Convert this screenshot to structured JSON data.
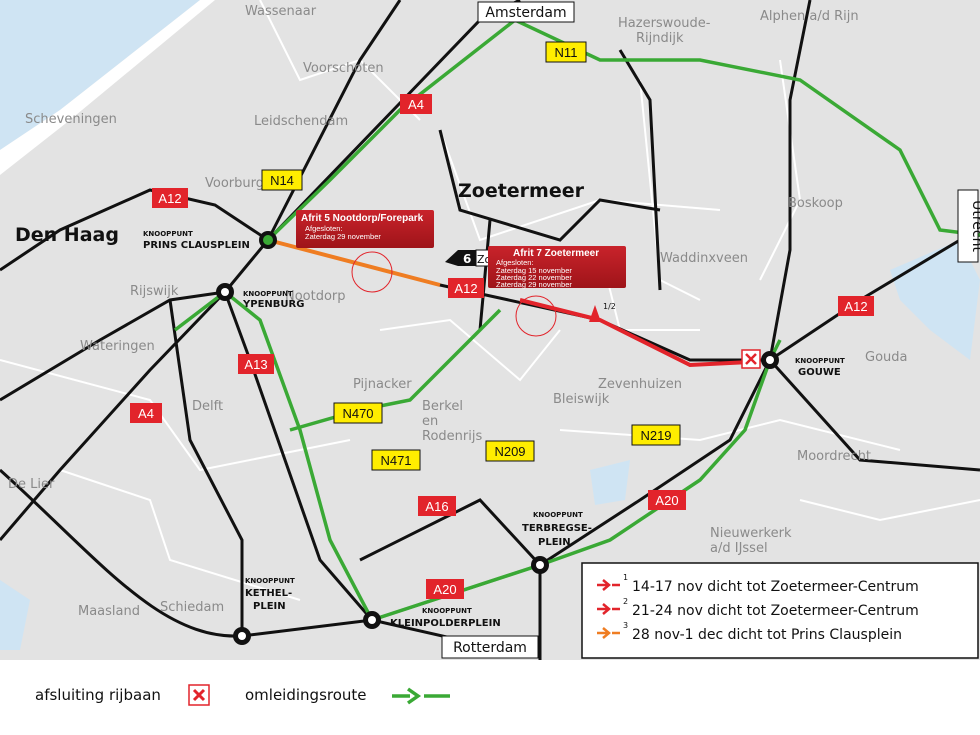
{
  "colors": {
    "land": "#e3e3e3",
    "water": "#cfe4f3",
    "road": "#111111",
    "detour": "#3aa935",
    "closure_red": "#e2242b",
    "closure_orange": "#ef7d22",
    "shield_a": "#e2242b",
    "shield_n": "#ffed00"
  },
  "cities": {
    "den_haag": "Den Haag",
    "zoetermeer": "Zoetermeer"
  },
  "places": {
    "wassenaar": "Wassenaar",
    "voorschoten": "Voorschoten",
    "scheveningen": "Scheveningen",
    "leidschendam": "Leidschendam",
    "voorburg": "Voorburg",
    "rijswijk": "Rijswijk",
    "wateringen": "Wateringen",
    "nootdorp": "Nootdorp",
    "delft": "Delft",
    "de_lier": "De Lier",
    "maasland": "Maasland",
    "schiedam": "Schiedam",
    "pijnacker": "Pijnacker",
    "berkel1": "Berkel",
    "berkel2": "en",
    "berkel3": "Rodenrijs",
    "bleiswijk": "Bleiswijk",
    "zevenhuizen": "Zevenhuizen",
    "waddinxveen": "Waddinxveen",
    "hazerswoude1": "Hazerswoude-",
    "hazerswoude2": "Rijndijk",
    "alphen": "Alphen a/d Rijn",
    "boskoop": "Boskoop",
    "gouda": "Gouda",
    "moordrecht": "Moordrecht",
    "nieuwerkerk1": "Nieuwerkerk",
    "nieuwerkerk2": "a/d IJssel"
  },
  "destinations": {
    "amsterdam": "Amsterdam",
    "utrecht": "Utrecht",
    "rotterdam": "Rotterdam"
  },
  "interchanges": {
    "prins_clausplein": {
      "small": "KNOOPPUNT",
      "big": "PRINS CLAUSPLEIN"
    },
    "ypenburg": {
      "small": "KNOOPPUNT",
      "big": "YPENBURG"
    },
    "gouwe": {
      "small": "KNOOPPUNT",
      "big": "GOUWE"
    },
    "terbregseplein": {
      "small": "KNOOPPUNT",
      "big1": "TERBREGSE-",
      "big2": "PLEIN"
    },
    "kethelplein": {
      "small": "KNOOPPUNT",
      "big1": "KETHEL-",
      "big2": "PLEIN"
    },
    "kleinpolderplein": {
      "small": "KNOOPPUNT",
      "big": "KLEINPOLDERPLEIN"
    }
  },
  "shields": {
    "a4_top": "A4",
    "a12_left": "A12",
    "a12_mid": "A12",
    "a12_right": "A12",
    "a13": "A13",
    "a4_left": "A4",
    "a16": "A16",
    "a20_bottom": "A20",
    "a20_right": "A20",
    "n11": "N11",
    "n14": "N14",
    "n470": "N470",
    "n471": "N471",
    "n209": "N209",
    "n219": "N219"
  },
  "exit_marker": {
    "number": "6",
    "label": "Zo"
  },
  "closure_fraction": "1/2",
  "callouts": [
    {
      "title": "Afrit 5 Nootdorp/Forepark",
      "lines": [
        "Afgesloten:",
        "Zaterdag 29 november"
      ]
    },
    {
      "title": "Afrit 7 Zoetermeer",
      "lines": [
        "Afgesloten:",
        "Zaterdag 15 november",
        "Zaterdag 22 november",
        "Zaterdag 29 november"
      ]
    }
  ],
  "legend": [
    {
      "sup": "1",
      "text": "14-17 nov dicht tot Zoetermeer-Centrum",
      "color": "#e2242b"
    },
    {
      "sup": "2",
      "text": "21-24 nov dicht tot Zoetermeer-Centrum",
      "color": "#e2242b"
    },
    {
      "sup": "3",
      "text": "28 nov-1 dec dicht tot Prins Clausplein",
      "color": "#ef7d22"
    }
  ],
  "bottom_legend": {
    "closure": "afsluiting rijbaan",
    "detour": "omleidingsroute"
  }
}
